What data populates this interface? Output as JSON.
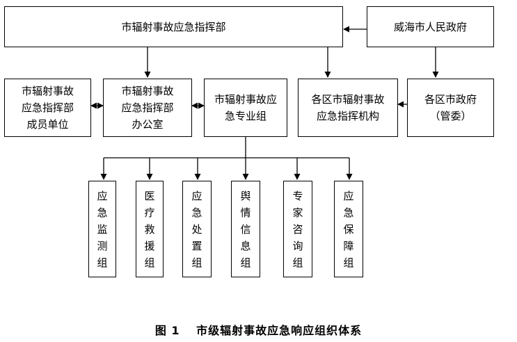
{
  "nodes": {
    "hq": "市辐射事故应急指挥部",
    "city_gov": "威海市人民政府",
    "members": "市辐射事故\n应急指挥部\n成员单位",
    "office": "市辐射事故\n应急指挥部\n办公室",
    "expert_group": "市辐射事故应\n急专业组",
    "district_agency": "各区市辐射事故\n应急指挥机构",
    "district_gov": "各区市政府\n（管委）",
    "g_monitor": "应\n急\n监\n测\n组",
    "g_medical": "医\n疗\n救\n援\n组",
    "g_disposal": "应\n急\n处\n置\n组",
    "g_opinion": "舆\n情\n信\n息\n组",
    "g_consult": "专\n家\n咨\n询\n组",
    "g_support": "应\n急\n保\n障\n组"
  },
  "caption": "图 1　 市级辐射事故应急响应组织体系"
}
